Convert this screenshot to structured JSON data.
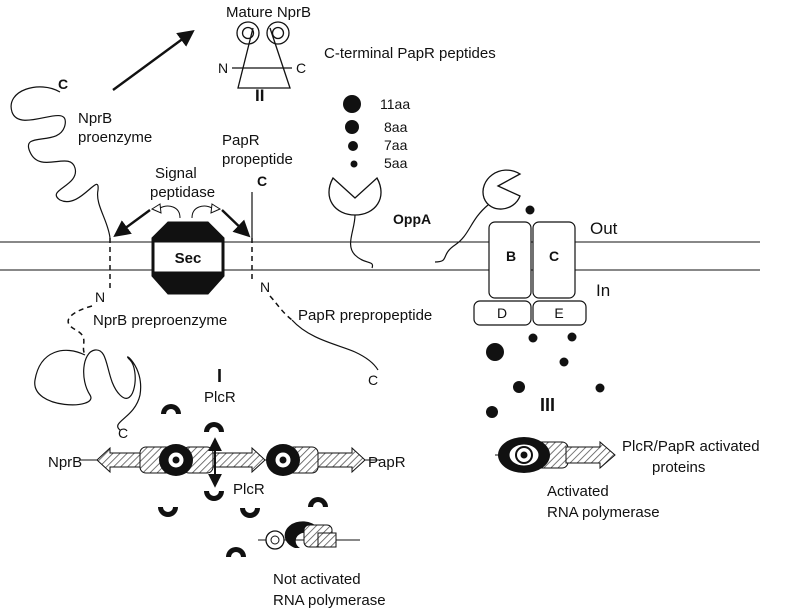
{
  "labels": {
    "mature_nprb": "Mature NprB",
    "mature_n": "N",
    "mature_c": "C",
    "roman_ii": "II",
    "cterm_papr": "C-terminal PapR peptides",
    "pep_11": "11aa",
    "pep_8": "8aa",
    "pep_7": "7aa",
    "pep_5": "5aa",
    "nprb_c": "C",
    "nprb_1": "NprB",
    "nprb_2": "proenzyme",
    "papr_pro_1": "PapR",
    "papr_pro_2": "propeptide",
    "papr_c_top": "C",
    "signal_1": "Signal",
    "signal_2": "peptidase",
    "oppa": "OppA",
    "sec": "Sec",
    "out": "Out",
    "in": "In",
    "b": "B",
    "c_box": "C",
    "d": "D",
    "e": "E",
    "n_left": "N",
    "prepro": "NprB preproenzyme",
    "n_right": "N",
    "papr_prepro": "PapR prepropeptide",
    "papr_c_bottom": "C",
    "roman_i": "I",
    "plcr_top": "PlcR",
    "nprb_gene": "NprB",
    "c_gene": "C",
    "papr_gene": "PapR",
    "plcr_bottom": "PlcR",
    "not_activated_1": "Not activated",
    "not_activated_2": "RNA polymerase",
    "roman_iii": "III",
    "plcr_papr_1": "PlcR/PapR activated",
    "plcr_papr_2": "proteins",
    "activated_1": "Activated",
    "activated_2": "RNA polymerase"
  },
  "colors": {
    "stroke": "#111111",
    "fill_dark": "#111111",
    "fill_light": "#ffffff",
    "hatch": "#555555"
  }
}
